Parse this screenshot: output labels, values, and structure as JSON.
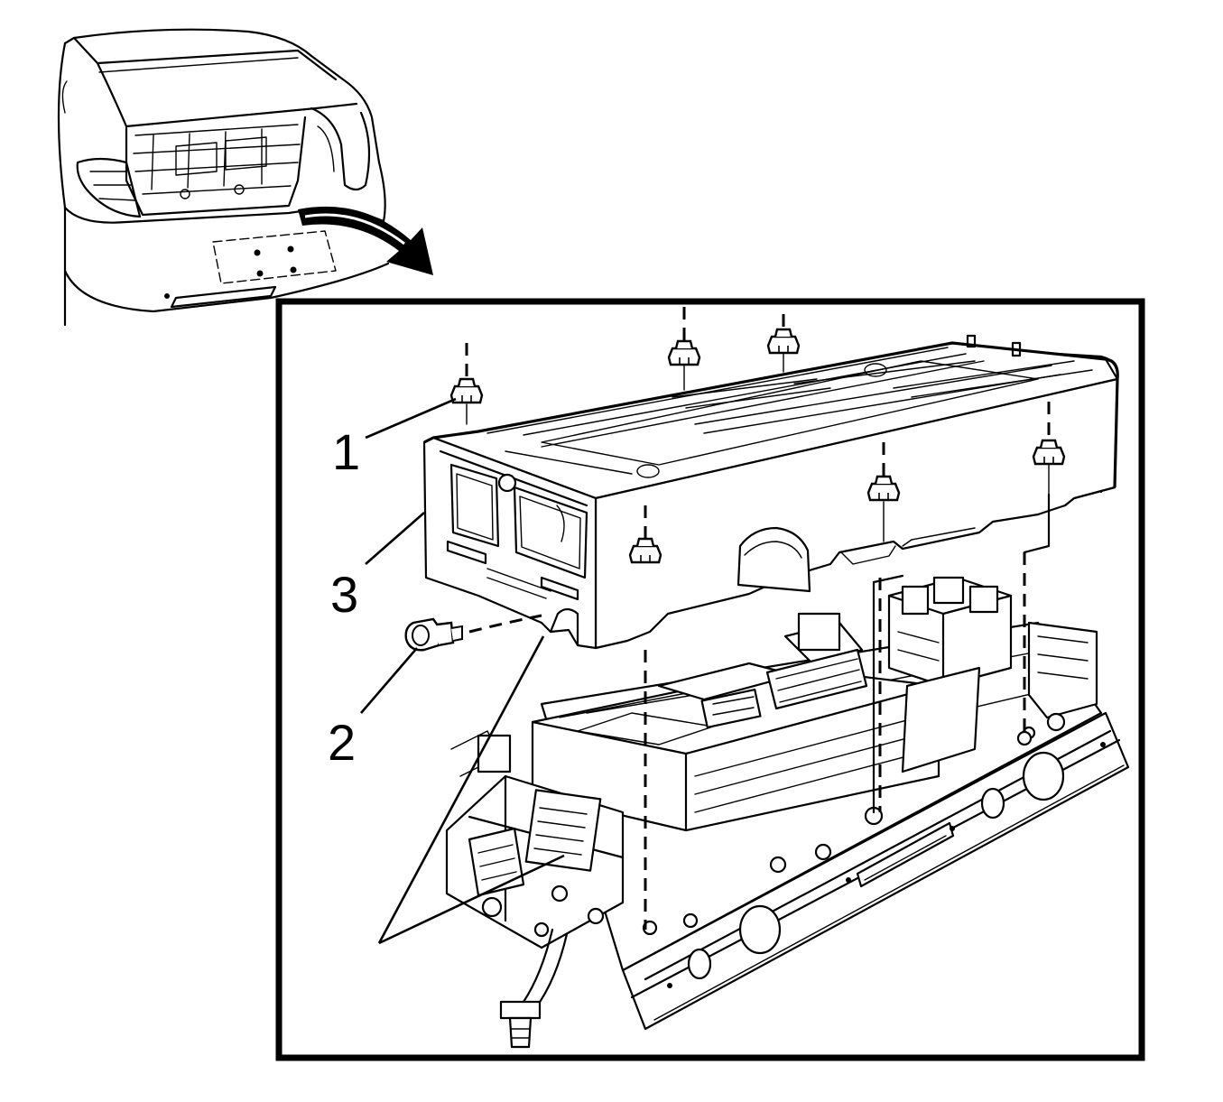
{
  "callouts": [
    {
      "number": "1"
    },
    {
      "number": "2"
    },
    {
      "number": "3"
    }
  ],
  "icons": {
    "locator_view": "vehicle-rear-locator-icon",
    "locator_arrow": "curved-arrow-icon"
  },
  "colors": {
    "line": "#000000",
    "background": "#ffffff"
  }
}
